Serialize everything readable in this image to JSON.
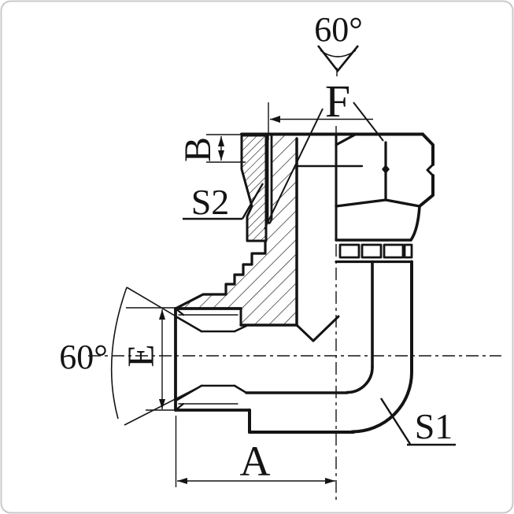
{
  "drawing": {
    "labels": {
      "top_cone_angle": "60°",
      "thread_f": "F",
      "dim_b": "B",
      "label_s2": "S2",
      "left_cone_angle": "60°",
      "dim_e": "E",
      "dim_a": "A",
      "label_s1": "S1"
    },
    "colors": {
      "line": "#141414",
      "background": "#ffffff",
      "frame": "#c9c9c9"
    }
  }
}
